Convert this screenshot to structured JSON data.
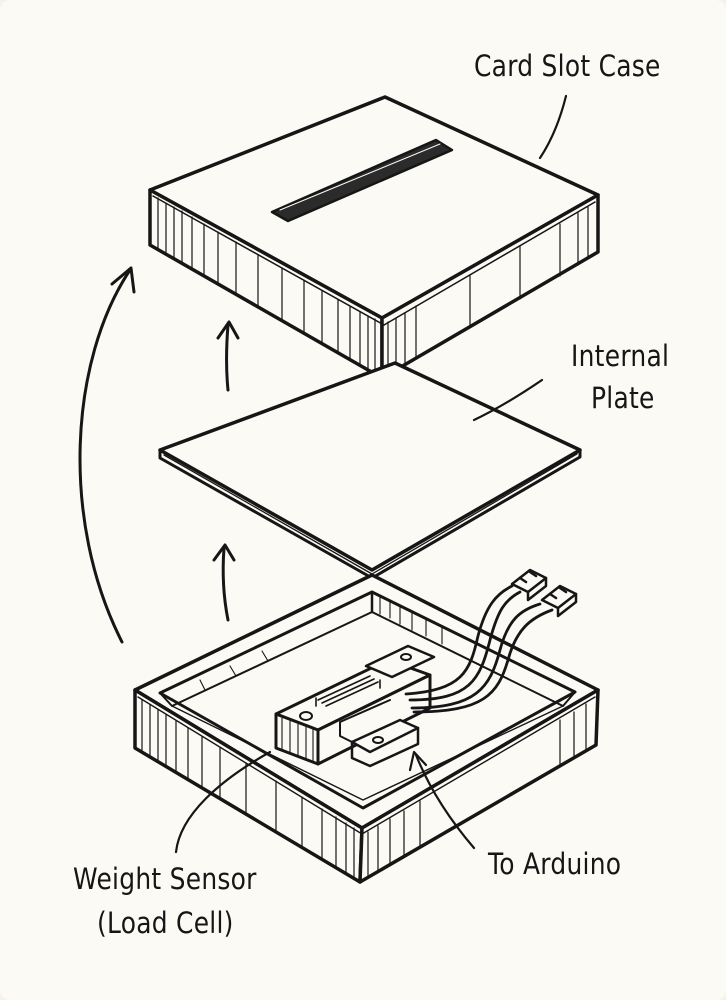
{
  "labels": {
    "case": "Card Slot Case",
    "plate_line1": "Internal",
    "plate_line2": "Plate",
    "sensor_line1": "Weight Sensor",
    "sensor_line2": "(Load Cell)",
    "arduino": "To Arduino"
  },
  "colors": {
    "ink": "#161616",
    "paper": "#fbfaf4",
    "slot": "#2b2b2b"
  }
}
